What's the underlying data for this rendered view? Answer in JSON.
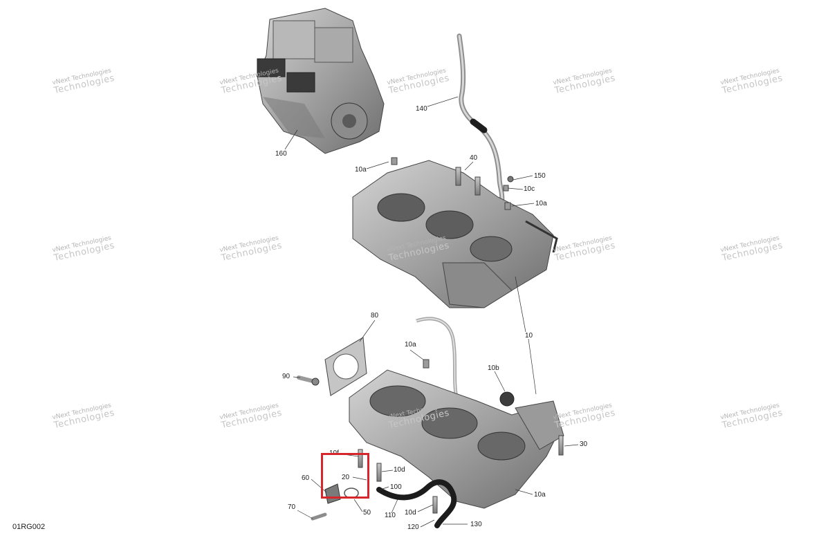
{
  "figure_code": "01RG002",
  "watermark": {
    "line1": "vNext Technologies",
    "line2": "Technologies"
  },
  "callouts": {
    "c160": "160",
    "c140": "140",
    "c10a_top": "10a",
    "c40": "40",
    "c150": "150",
    "c10c": "10c",
    "c10a_r": "10a",
    "c80": "80",
    "c10": "10",
    "c10a_mid": "10a",
    "c90": "90",
    "c10b": "10b",
    "c30": "30",
    "c10f": "10f",
    "c10d_a": "10d",
    "c60": "60",
    "c20": "20",
    "c100": "100",
    "c10a_bot": "10a",
    "c50": "50",
    "c110": "110",
    "c10d_b": "10d",
    "c70": "70",
    "c130": "130",
    "c120": "120"
  },
  "colors": {
    "highlight": "#d6262b",
    "part": "#9a9a9a",
    "hose": "#1c1c1c"
  }
}
